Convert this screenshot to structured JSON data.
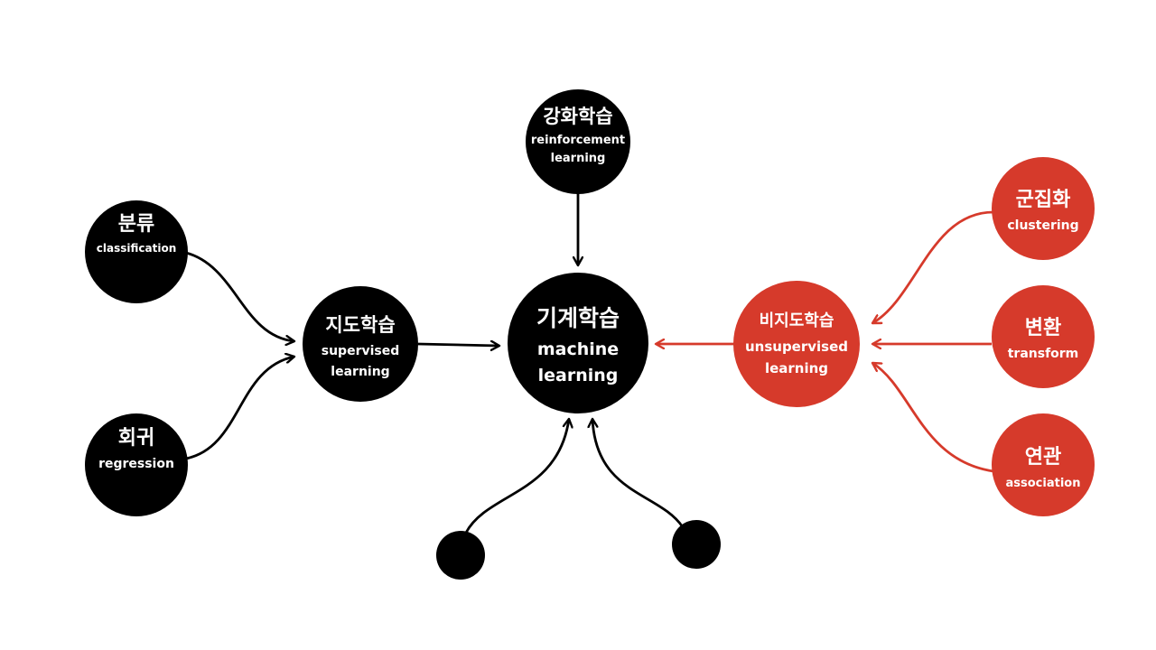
{
  "colors": {
    "black": "#000000",
    "red": "#d63a2b",
    "text": "#ffffff",
    "background": "#ffffff"
  },
  "nodes": {
    "center": {
      "kr": "기계학습",
      "en_line1": "machine",
      "en_line2": "learning",
      "color": "black"
    },
    "reinforcement": {
      "kr": "강화학습",
      "en_line1": "reinforcement",
      "en_line2": "learning",
      "color": "black"
    },
    "supervised": {
      "kr": "지도학습",
      "en_line1": "supervised",
      "en_line2": "learning",
      "color": "black"
    },
    "classification": {
      "kr": "분류",
      "en_line1": "classification",
      "color": "black"
    },
    "regression": {
      "kr": "회귀",
      "en_line1": "regression",
      "color": "black"
    },
    "unsupervised": {
      "kr": "비지도학습",
      "en_line1": "unsupervised",
      "en_line2": "learning",
      "color": "red"
    },
    "clustering": {
      "kr": "군집화",
      "en_line1": "clustering",
      "color": "red"
    },
    "transform": {
      "kr": "변환",
      "en_line1": "transform",
      "color": "red"
    },
    "association": {
      "kr": "연관",
      "en_line1": "association",
      "color": "red"
    },
    "unlabeled_left": {
      "color": "black"
    },
    "unlabeled_right": {
      "color": "black"
    }
  },
  "edges": [
    {
      "from": "reinforcement",
      "to": "center",
      "color": "black"
    },
    {
      "from": "supervised",
      "to": "center",
      "color": "black"
    },
    {
      "from": "unsupervised",
      "to": "center",
      "color": "red"
    },
    {
      "from": "classification",
      "to": "supervised",
      "color": "black"
    },
    {
      "from": "regression",
      "to": "supervised",
      "color": "black"
    },
    {
      "from": "clustering",
      "to": "unsupervised",
      "color": "red"
    },
    {
      "from": "transform",
      "to": "unsupervised",
      "color": "red"
    },
    {
      "from": "association",
      "to": "unsupervised",
      "color": "red"
    },
    {
      "from": "unlabeled_left",
      "to": "center",
      "color": "black"
    },
    {
      "from": "unlabeled_right",
      "to": "center",
      "color": "black"
    }
  ]
}
